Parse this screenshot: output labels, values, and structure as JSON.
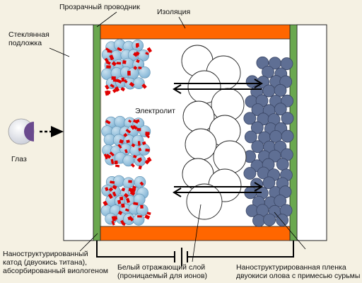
{
  "labels": {
    "transparent_conductor": "Прозрачный проводник",
    "insulation": "Изоляция",
    "glass_substrate": "Стеклянная\nподложка",
    "electrolyte": "Электролит",
    "eye": "Глаз",
    "cathode": "Наноструктурированный\nкатод (двуокись титана),\nабсорбированный виологеном",
    "white_layer": "Белый отражающий слой\n(проницаемый для ионов)",
    "tin_oxide_film": "Наноструктурированная пленка\nдвуокиси олова с примесью сурьмы"
  },
  "colors": {
    "background": "#f5f1e3",
    "glass": "#ffffff",
    "conductor": "#6aa84f",
    "insulation": "#ff6600",
    "tio2_sphere": "#85b6d6",
    "viologen": "#e00000",
    "white_sphere": "#ffffff",
    "tin_oxide_sphere": "#5f6f94",
    "eye_iris": "#6a4a8e"
  },
  "icons": {
    "eye": "eye-icon",
    "view_arrow": "arrow-right-icon",
    "ion_flow_top": "double-arrow-icon",
    "ion_flow_bottom": "double-arrow-icon"
  }
}
